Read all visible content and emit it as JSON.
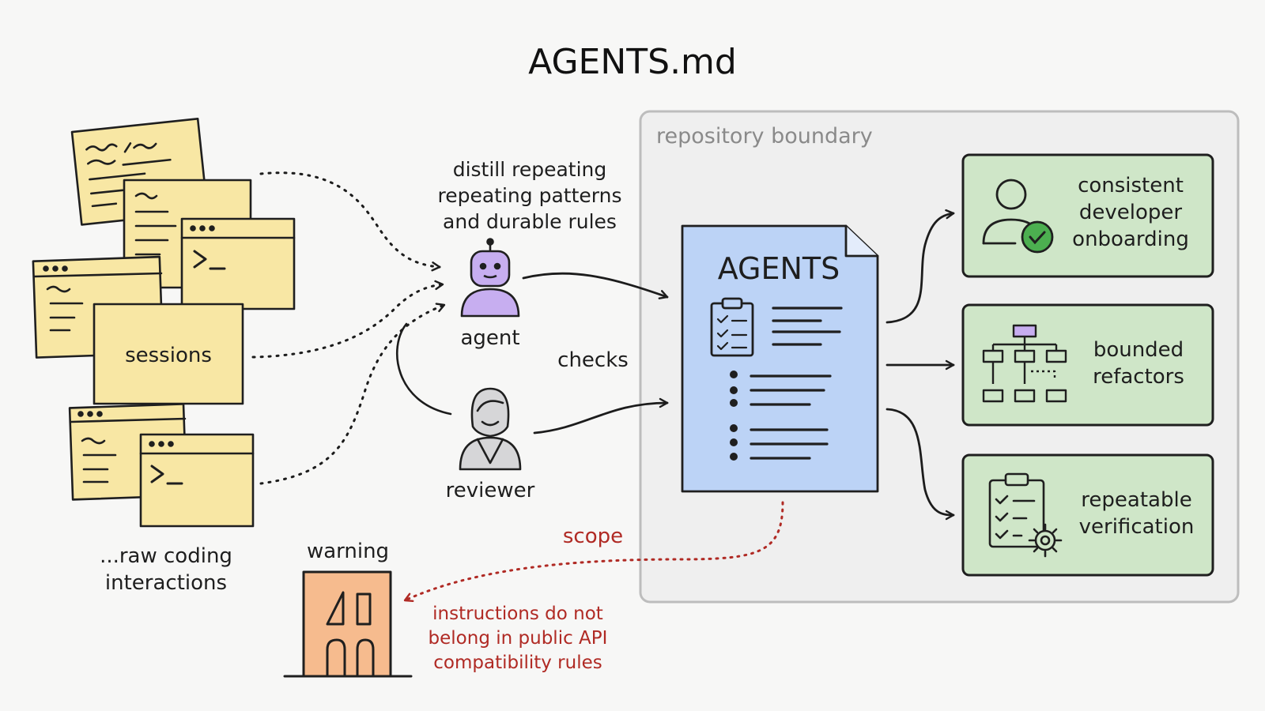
{
  "title": "AGENTS.md",
  "sessions": {
    "label": "sessions",
    "caption_line1": "...raw coding",
    "caption_line2": "interactions"
  },
  "distill": {
    "line1": "distill repeating",
    "line2": "repeating patterns",
    "line3": "and durable rules"
  },
  "actors": {
    "agent": "agent",
    "reviewer": "reviewer",
    "checks": "checks"
  },
  "boundary": {
    "label": "repository boundary"
  },
  "document": {
    "title": "AGENTS"
  },
  "outcomes": [
    {
      "line1": "consistent",
      "line2": "developer",
      "line3": "onboarding",
      "icon": "user-check-icon",
      "color": "#cfe6c8"
    },
    {
      "line1": "bounded",
      "line2": "refactors",
      "icon": "hierarchy-icon",
      "color": "#cfe6c8"
    },
    {
      "line1": "repeatable",
      "line2": "verification",
      "icon": "clipboard-gear-icon",
      "color": "#cfe6c8"
    }
  ],
  "scope": {
    "label": "scope",
    "warning_title": "warning",
    "warning_line1": "instructions do not",
    "warning_line2": "belong in public API",
    "warning_line3": "compatibility rules"
  },
  "colors": {
    "sticky": "#f8e7a4",
    "document": "#bcd3f6",
    "outcome": "#cfe6c8",
    "boundary": "#efefef",
    "warning": "#f6bb8e",
    "agent": "#c7aef0",
    "scope_red": "#b02a24"
  }
}
